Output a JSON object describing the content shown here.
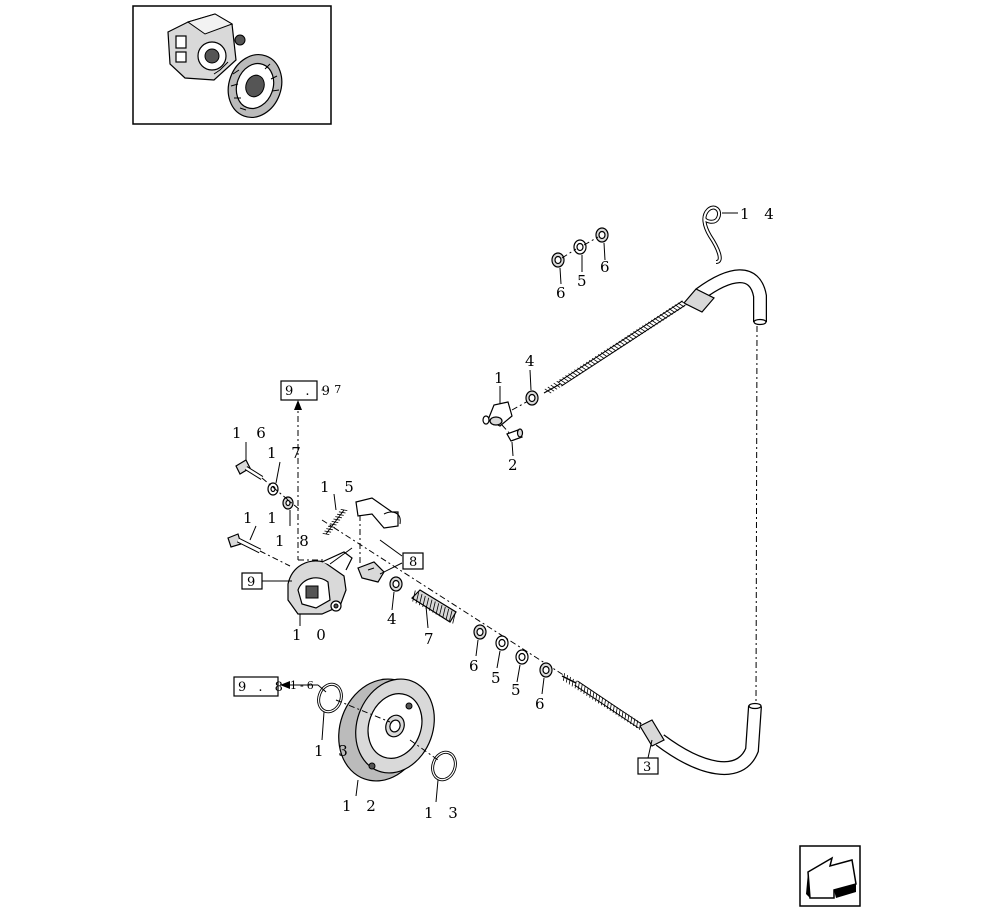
{
  "parts": {
    "p1": "1",
    "p2": "2",
    "p4a": "4",
    "p4b": "4",
    "p5a": "5",
    "p5b": "5",
    "p5c": "5",
    "p6a": "6",
    "p6b": "6",
    "p6c": "6",
    "p6d": "6",
    "p7": "7",
    "p10": "1 0",
    "p11": "1 1",
    "p12": "1 2",
    "p13a": "1 3",
    "p13b": "1 3",
    "p14": "1 4",
    "p15": "1 5",
    "p16": "1 6",
    "p17": "1 7",
    "p18": "1 8"
  },
  "refs": {
    "r3": "3",
    "r8": "8",
    "r9": "9",
    "r99_box": "9 . 9",
    "r99_suffix": "- 7",
    "r98_box": "9 . 8",
    "r98_suffix": "1-6"
  },
  "icons": {
    "thumbnail": "transmission-assembly-thumbnail",
    "nav": "back-arrow-icon"
  }
}
